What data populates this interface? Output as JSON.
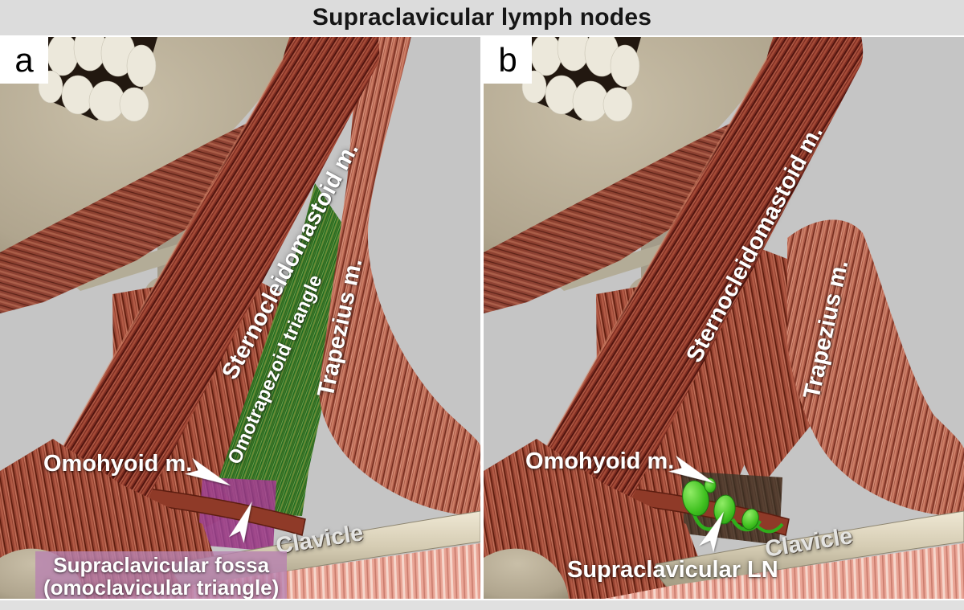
{
  "figure_title": "Supraclavicular lymph nodes",
  "colors": {
    "title_bar_bg": "#dcdcdc",
    "panel_bg": "#c5c5c5",
    "highlight_green_triangle": "#1d6b21",
    "highlight_purple_fossa": "#9b3f9f",
    "lymph_node_green": "#3fc01f",
    "fossa_label_bg": "#b882b0",
    "label_text": "#ffffff"
  },
  "panels": [
    {
      "badge": "a",
      "labels": {
        "sternocleidomastoid": "Sternocleidomastoid m.",
        "omotrapezoid": "Omotrapezoid triangle",
        "trapezius": "Trapezius m.",
        "omohyoid": "Omohyoid m.",
        "clavicle": "Clavicle",
        "fossa_line1": "Supraclavicular fossa",
        "fossa_line2": "(omoclavicular triangle)"
      }
    },
    {
      "badge": "b",
      "labels": {
        "sternocleidomastoid": "Sternocleidomastoid m.",
        "trapezius": "Trapezius m.",
        "omohyoid": "Omohyoid m.",
        "clavicle": "Clavicle",
        "lymph_nodes": "Supraclavicular LN"
      }
    }
  ]
}
